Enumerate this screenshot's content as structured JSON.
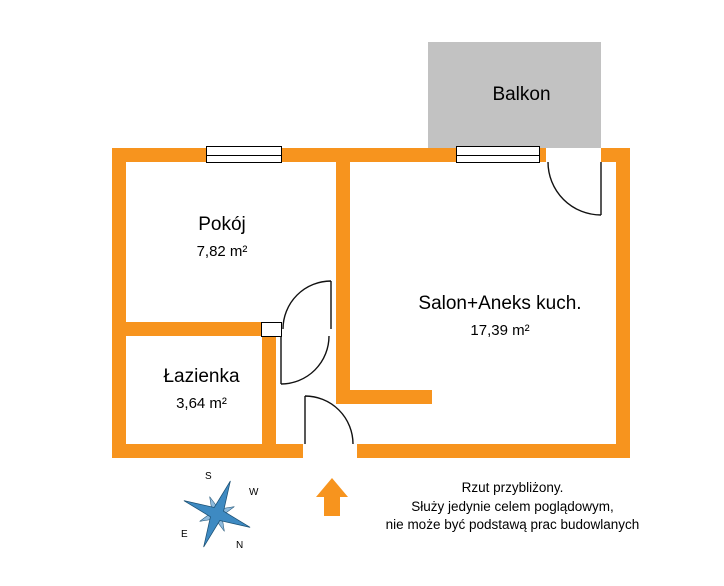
{
  "colors": {
    "wall": "#F7941E",
    "balcony_fill": "#C2C2C2",
    "arrow": "#F7941E",
    "compass_main": "#3E8AC2",
    "compass_diagonal": "#8FBBDD",
    "compass_stroke": "#1B4F72"
  },
  "balcony": {
    "label": "Balkon"
  },
  "rooms": [
    {
      "id": "pokoj",
      "name": "Pokój",
      "area": "7,82 m²"
    },
    {
      "id": "salon",
      "name": "Salon+Aneks kuch.",
      "area": "17,39 m²"
    },
    {
      "id": "lazienka",
      "name": "Łazienka",
      "area": "3,64 m²"
    }
  ],
  "compass": {
    "north": "N",
    "south": "S",
    "east": "E",
    "west": "W"
  },
  "disclaimer": {
    "lines": [
      "Rzut przybliżony.",
      "Służy jedynie celem poglądowym,",
      "nie może być podstawą prac budowlanych"
    ]
  }
}
